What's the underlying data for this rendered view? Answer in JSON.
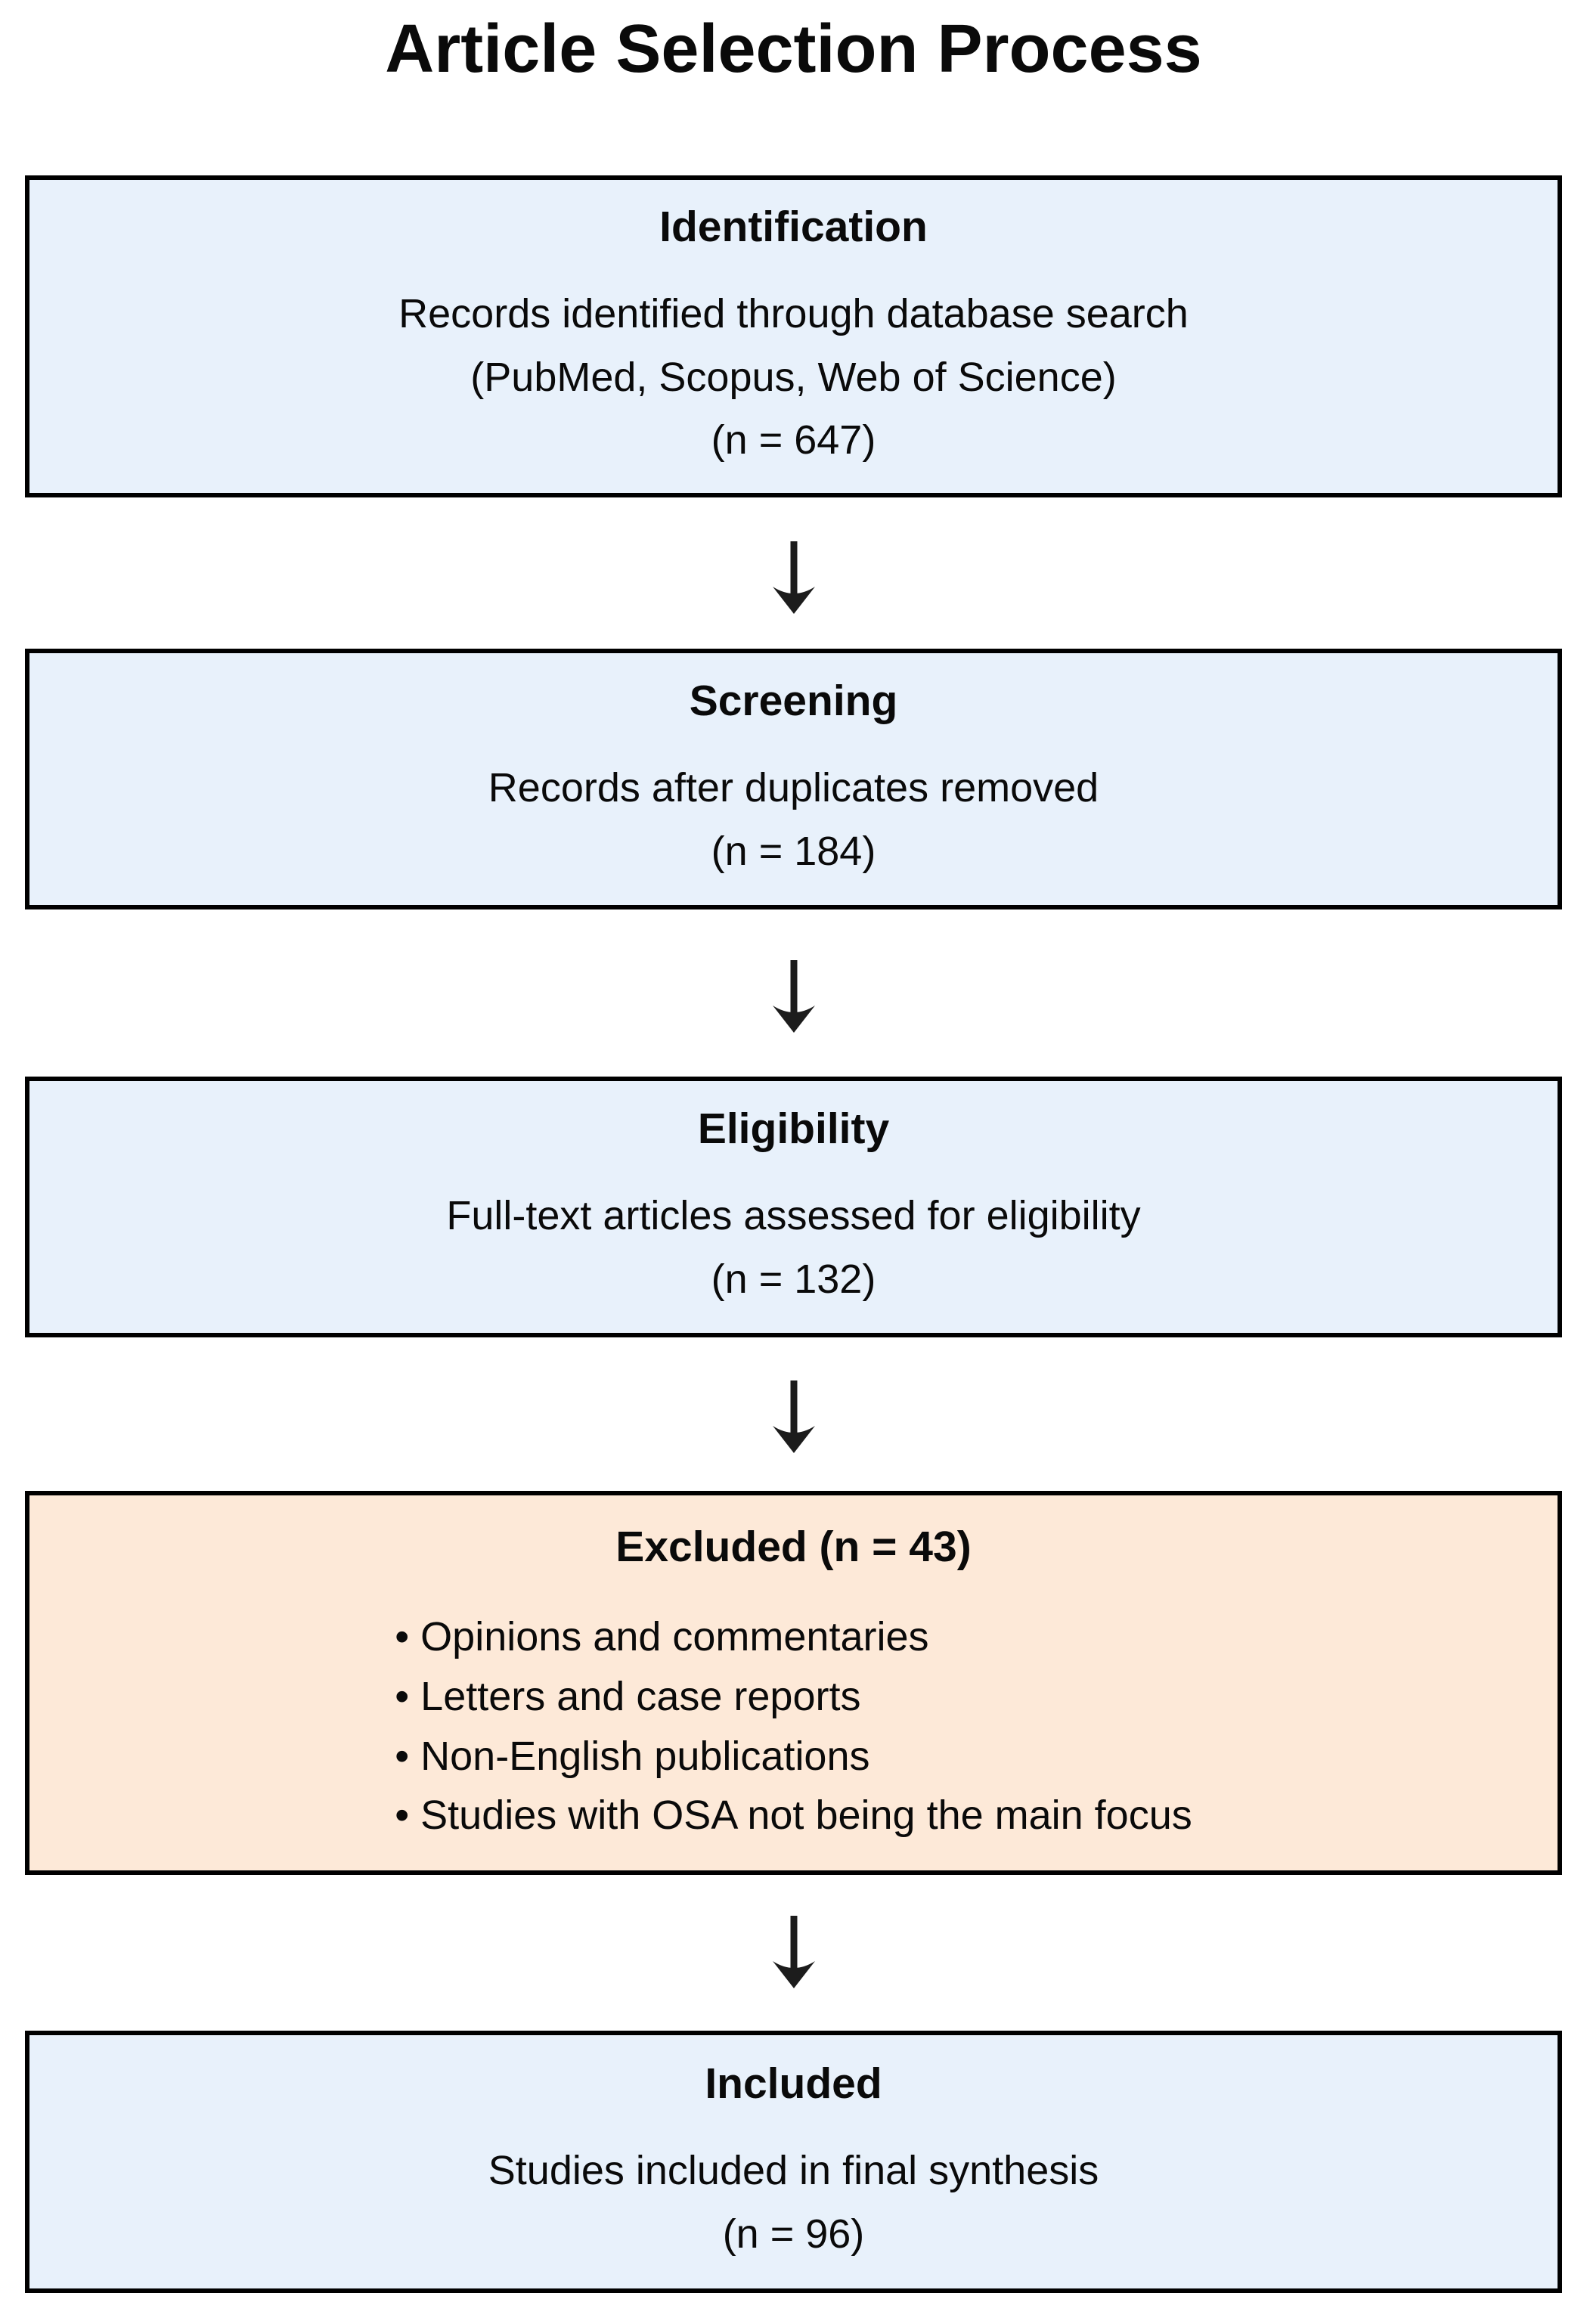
{
  "title": "Article Selection Process",
  "colors": {
    "box_blue": "#e8f1fb",
    "box_orange": "#fde9d8",
    "border_color": "#000000",
    "arrow_color": "#1c1c1c",
    "text_color": "#0a0a0a"
  },
  "boxes": [
    {
      "id": "identification",
      "heading": "Identification",
      "lines": [
        "Records identified through database search",
        "(PubMed, Scopus, Web of Science)",
        "(n = 647)"
      ],
      "variant": "blue"
    },
    {
      "id": "screening",
      "heading": "Screening",
      "lines": [
        "Records after duplicates removed",
        "(n = 184)"
      ],
      "variant": "blue"
    },
    {
      "id": "eligibility",
      "heading": "Eligibility",
      "lines": [
        "Full-text articles assessed for eligibility",
        "(n = 132)"
      ],
      "variant": "blue"
    },
    {
      "id": "excluded",
      "heading": "Excluded (n = 43)",
      "bullets": [
        "Opinions and commentaries",
        "Letters and case reports",
        "Non-English publications",
        "Studies with OSA not being the main focus"
      ],
      "variant": "orange"
    },
    {
      "id": "included",
      "heading": "Included",
      "lines": [
        "Studies included in final synthesis",
        "(n = 96)"
      ],
      "variant": "blue"
    }
  ]
}
